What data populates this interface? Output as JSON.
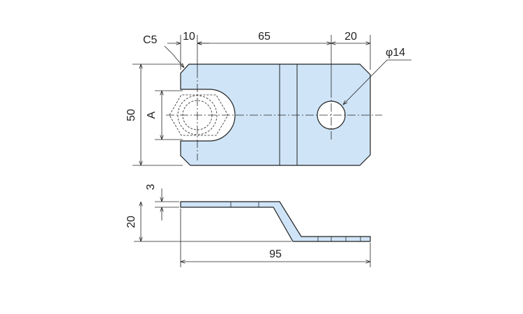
{
  "top_view": {
    "dimensions": {
      "chamfer": "C5",
      "edge_to_slot": "10",
      "slot_to_hole": "65",
      "hole_to_edge": "20",
      "hole_diameter": "φ14",
      "height": "50",
      "slot_width": "A"
    }
  },
  "side_view": {
    "dimensions": {
      "thickness": "3",
      "offset_height": "20",
      "overall_length": "95"
    }
  },
  "colors": {
    "part_fill": "#cfe4f7",
    "line": "#222222"
  }
}
